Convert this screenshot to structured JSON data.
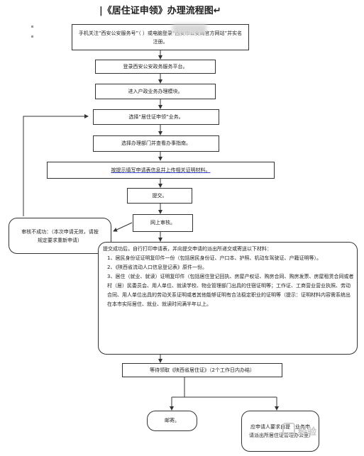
{
  "document": {
    "title": "|《居住证申领》办理流程图↵",
    "steps": [
      "手机关注“西安公安服务号”（      ）或电脑登录“西安市公安局官方网站”并实名注册。",
      "登录西安公安政务服务平台。",
      "进入户政业务办理模块。",
      "选择“居住证申领”业务。",
      "选择办理部门并查看办事指南。",
      "按提示填写申请表信息并上传相关证明材料。",
      "提交。",
      "网上审核。"
    ],
    "failure_box": "审核不成功：（本次申请无效，请按规定要求重新申请）",
    "success_intro": "提交成功后，自行打印申请表，并向提交申请的派出所递交或寄送以下材料：",
    "materials": [
      "1、居民身份证证明复印件一份（包括居民身份证、户口本、护照、机动车驾驶证、户籍证明等）。",
      "2、《陕西省流动人口信息登记表》原件一份。",
      "3、居住（就业、就读）证明复印件（包括居住登记回执、房屋产权证、购房合同、购房发票、房屋租赁合同或者村（居）民委员会、用人单位、就读学校、物业管理部门出具的住宿证明等；工作证、工商营业营业执照、劳动合同、用人单位出具的劳动关系证明或者其他能够证明有合法稳定职业的证明等（提示：证明材料内容需系统出在本市实际居住、就业、就读时间满半年以上。"
    ],
    "wait_box": "等待领取《陕西省居住证》（2个工作日内办结）",
    "mail_box": "邮寄。",
    "pickup_box": "应申请人要求自提（业务申请派出所居住证管理办公室）",
    "watermark": "经验"
  },
  "colors": {
    "line": "#333333",
    "underline": "#3a4ad0"
  }
}
